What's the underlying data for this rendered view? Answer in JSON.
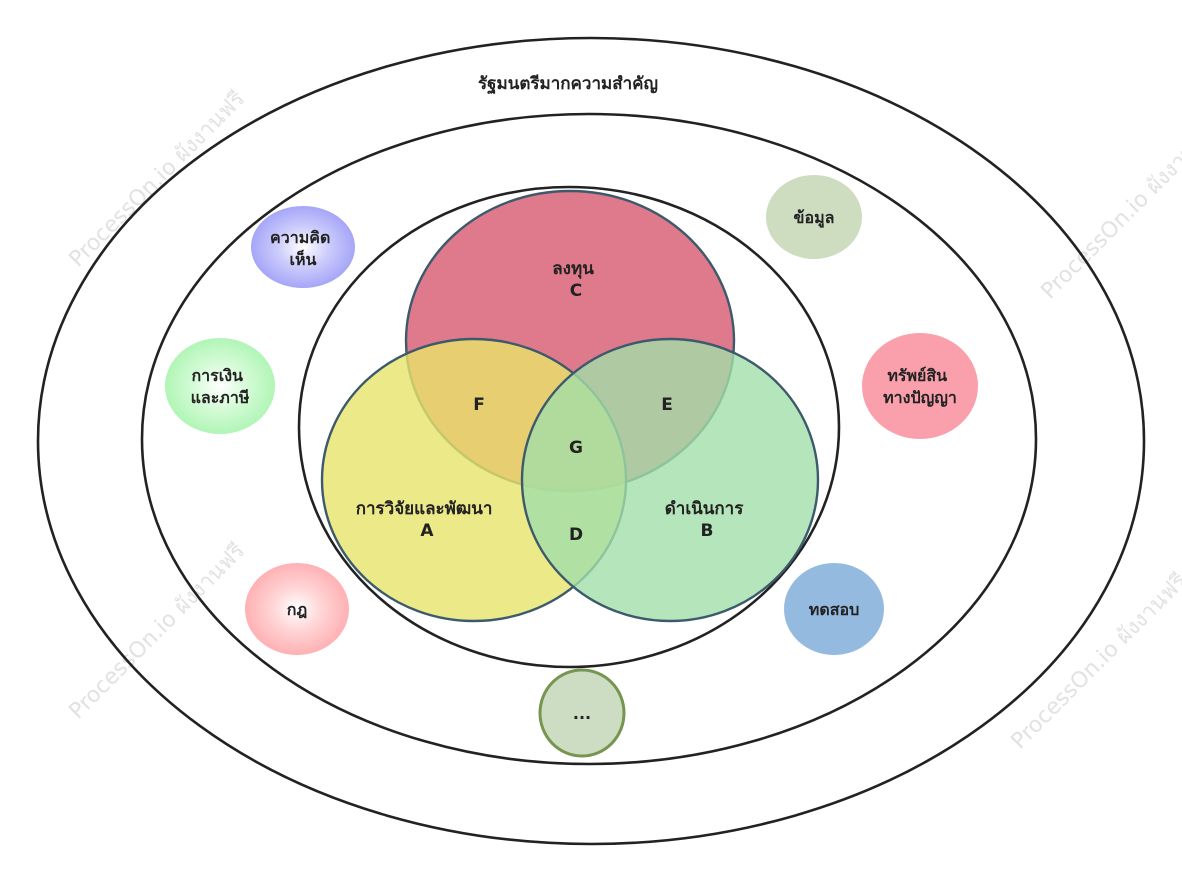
{
  "diagram": {
    "outer_ring_title": "รัฐมนตรีมากความสำคัญ",
    "venn": {
      "circle_c": {
        "line1": "ลงทุน",
        "line2": "C"
      },
      "circle_a": {
        "line1": "การวิจัยและพัฒนา",
        "line2": "A"
      },
      "circle_b": {
        "line1": "ดำเนินการ",
        "line2": "B"
      },
      "overlap_f": "F",
      "overlap_e": "E",
      "overlap_g": "G",
      "overlap_d": "D"
    },
    "bubbles": {
      "opinion": {
        "line1": "ความคิด",
        "line2": "เห็น"
      },
      "data": "ข้อมูล",
      "finance_tax": {
        "line1": "การเงิน",
        "line2": "และภาษี"
      },
      "ip": {
        "line1": "ทรัพย์สิน",
        "line2": "ทางปัญญา"
      },
      "law": "กฎ",
      "test": "ทดสอบ",
      "more": "..."
    },
    "watermark": "ProcessOn.io ผังงานฟรี",
    "colors": {
      "circle_c": "#dc6a80",
      "circle_a": "#e7e36a",
      "circle_b": "#a3dfa9",
      "opinion": "#a4a4f8",
      "data": "#cedcc0",
      "finance_tax": "#b8f7bc",
      "ip": "#f9a0ac",
      "law": "#ffb5b7",
      "test": "#94bbdf",
      "more": "#cdddc3"
    }
  }
}
